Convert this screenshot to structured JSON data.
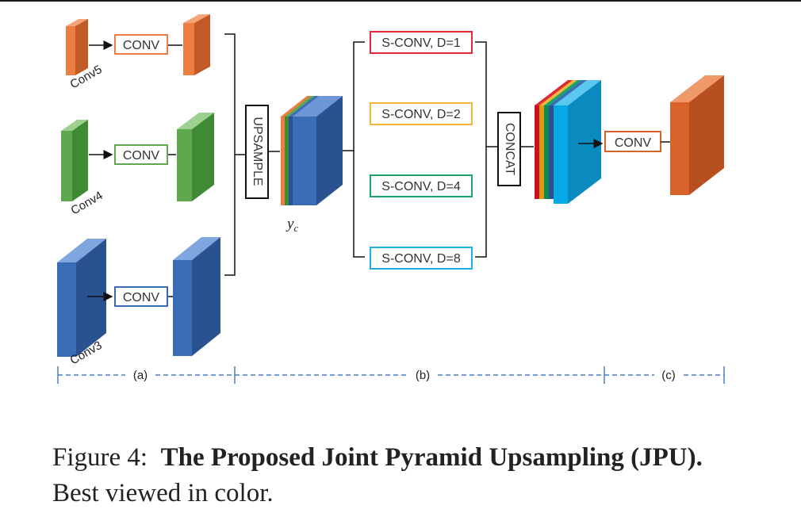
{
  "diagram": {
    "branch_labels": [
      "Conv5",
      "Conv4",
      "Conv3"
    ],
    "conv_label": "CONV",
    "upsample_label": "UPSAMPLE",
    "yc_label": "y",
    "yc_subscript": "c",
    "sconv_boxes": [
      {
        "label": "S-CONV, D=1",
        "color": "#e02a35"
      },
      {
        "label": "S-CONV, D=2",
        "color": "#f5b63a"
      },
      {
        "label": "S-CONV, D=4",
        "color": "#1aa56b"
      },
      {
        "label": "S-CONV, D=8",
        "color": "#1eb0e0"
      }
    ],
    "concat_label": "CONCAT",
    "sections": [
      "(a)",
      "(b)",
      "(c)"
    ],
    "colors": {
      "orange": "#ed7d41",
      "green": "#5fa84e",
      "blue": "#3a6db5",
      "cyan": "#06a9e6",
      "out_orange": "#d9622b"
    }
  },
  "caption": {
    "prefix": "Figure 4:",
    "title": "The Proposed Joint Pyramid Upsampling (JPU).",
    "suffix": "Best viewed in color."
  }
}
